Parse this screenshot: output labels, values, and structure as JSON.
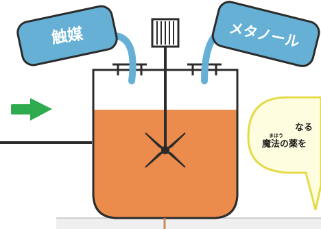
{
  "tanks": {
    "left_label": "触媒",
    "right_label": "メタノール"
  },
  "bubble": {
    "line1": "なる",
    "line2": "魔法の薬を",
    "ruby": "まほう"
  },
  "colors": {
    "tank_blue": "#66b0d6",
    "liquid_orange": "#ec8c4c",
    "arrow_green": "#2eab4e",
    "bubble_fill": "#fffde0",
    "bubble_stroke": "#e4db4a",
    "outline": "#2b2b2b",
    "agitator_blade": "#f2d53c"
  },
  "icons": {
    "arrow": "right-arrow-icon",
    "motor": "agitator-motor-icon"
  }
}
